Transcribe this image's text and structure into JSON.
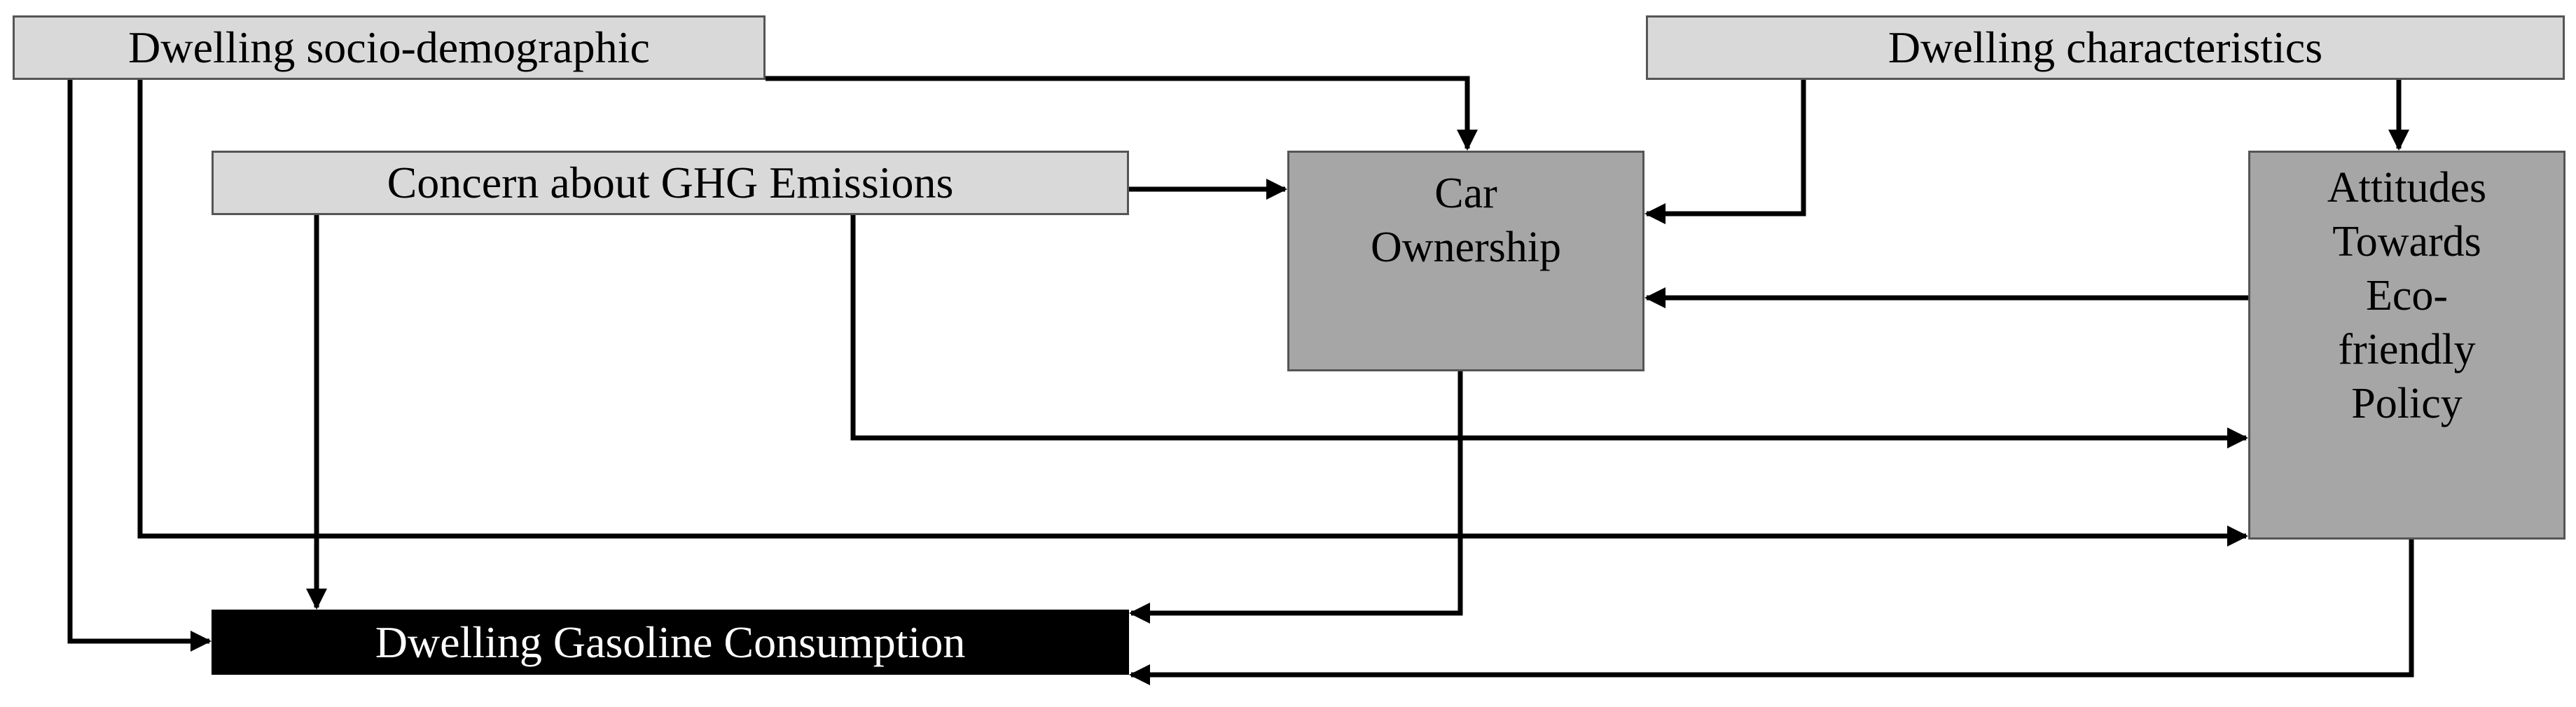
{
  "nodes": {
    "socio": {
      "label": "Dwelling socio-demographic"
    },
    "dwelling_char": {
      "label": "Dwelling characteristics"
    },
    "concern": {
      "label": "Concern about GHG Emissions"
    },
    "car": {
      "lines": [
        "Car",
        "Ownership"
      ]
    },
    "attitudes": {
      "lines": [
        "Attitudes",
        "Towards",
        "Eco-",
        "friendly",
        "Policy"
      ]
    },
    "gasoline": {
      "label": "Dwelling Gasoline Consumption"
    }
  },
  "edges": [
    {
      "from": "socio",
      "to": "car"
    },
    {
      "from": "socio",
      "to": "gasoline"
    },
    {
      "from": "socio",
      "to": "attitudes"
    },
    {
      "from": "dwelling_char",
      "to": "car"
    },
    {
      "from": "dwelling_char",
      "to": "attitudes"
    },
    {
      "from": "concern",
      "to": "car"
    },
    {
      "from": "concern",
      "to": "gasoline"
    },
    {
      "from": "concern",
      "to": "attitudes"
    },
    {
      "from": "attitudes",
      "to": "car"
    },
    {
      "from": "car",
      "to": "gasoline"
    },
    {
      "from": "attitudes",
      "to": "gasoline"
    }
  ],
  "colors": {
    "light_box": "#d9d9d9",
    "dark_box": "#a6a6a6",
    "output_box": "#000000",
    "output_text": "#ffffff",
    "arrow": "#000000"
  }
}
